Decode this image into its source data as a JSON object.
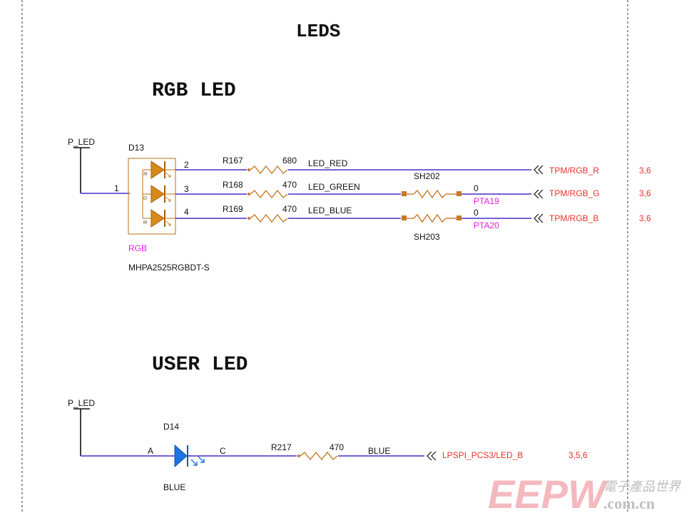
{
  "titles": {
    "main": "LEDS",
    "rgb": "RGB LED",
    "user": "USER LED"
  },
  "rgb_section": {
    "power": "P_LED",
    "ref": "D13",
    "pin_common": "1",
    "value": "RGB",
    "part": "MHPA2525RGBDT-S",
    "channels": [
      {
        "pin": "2",
        "resistor": "R167",
        "ohms": "680",
        "net": "LED_RED",
        "port": "TPM/RGB_R",
        "sheets": "3,6",
        "shunt": "",
        "shunt_value": "",
        "pin_name": ""
      },
      {
        "pin": "3",
        "resistor": "R168",
        "ohms": "470",
        "net": "LED_GREEN",
        "port": "TPM/RGB_G",
        "sheets": "3,6",
        "shunt": "SH202",
        "shunt_value": "0",
        "pin_name": "PTA19"
      },
      {
        "pin": "4",
        "resistor": "R169",
        "ohms": "470",
        "net": "LED_BLUE",
        "port": "TPM/RGB_B",
        "sheets": "3,6",
        "shunt": "SH203",
        "shunt_value": "0",
        "pin_name": "PTA20"
      }
    ],
    "led_letters": [
      "R",
      "G",
      "B"
    ]
  },
  "user_section": {
    "power": "P_LED",
    "ref": "D14",
    "anode": "A",
    "cathode": "C",
    "value": "BLUE",
    "resistor": "R217",
    "ohms": "470",
    "net": "BLUE",
    "port": "LPSPI_PCS3/LED_B",
    "sheets": "3,5,6"
  },
  "watermark": {
    "brand": "EEPW",
    "chinese": "電子產品世界",
    "site": ".com.cn"
  },
  "colors": {
    "wire": "#4a2cc9",
    "net_label": "#e8332b",
    "pin_name": "#e41ee0",
    "rgb_led": "#d68a1a",
    "user_led": "#1f74e0"
  }
}
